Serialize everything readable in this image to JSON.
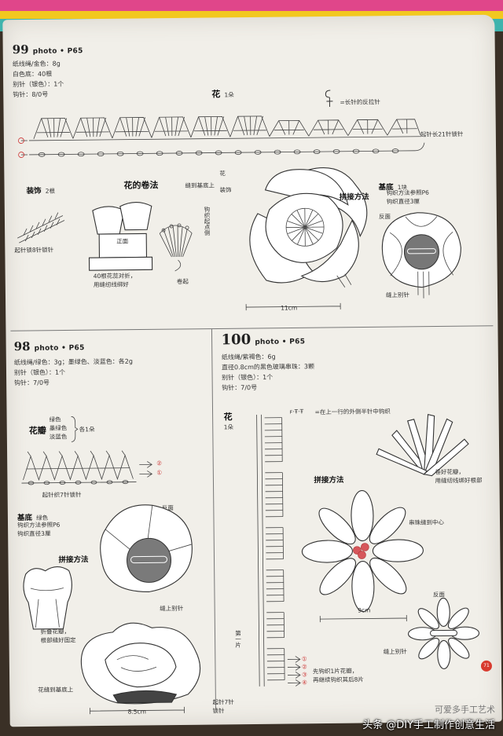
{
  "p99": {
    "number": "99",
    "photo": "photo • P65",
    "materials": [
      "纸线绳/金色：8g",
      "白色底：40根",
      "别针（银色）：1个",
      "钩针：8/0号"
    ],
    "flower_title": "花",
    "flower_count": "1朵",
    "stitch_note": "=长针的反拉针",
    "start_note": "起针长21针锁针",
    "decor_title": "装饰",
    "decor_count": "2根",
    "decor_note": "起针锁8针锁针",
    "rolling_title": "花的卷法",
    "front_label": "正面",
    "hook_label": "钩织起点侧",
    "fold_note_1": "40根花蕊对折，",
    "fold_note_2": "用缝纫线绑好",
    "roll_label": "卷起",
    "sew_base": "缝到基底上",
    "flower_label": "花",
    "decor_label": "装饰",
    "join_title": "拼接方法",
    "base_title": "基底",
    "base_count": "1块",
    "base_note_1": "钩织方法参照P6",
    "base_note_2": "钩织直径3厘",
    "back_label": "反面",
    "pin_label": "缝上别针",
    "dimension": "11cm"
  },
  "p98": {
    "number": "98",
    "photo": "photo • P65",
    "materials": [
      "纸线绳/绿色：3g；墨绿色、淡蓝色：各2g",
      "别针（银色）：1个",
      "钩针：7/0号"
    ],
    "petal_title": "花瓣",
    "colors": [
      "绿色",
      "墨绿色",
      "淡蓝色"
    ],
    "petal_count": "各1朵",
    "row2": "②",
    "row1": "①",
    "start_note": "起针织7针锁针",
    "base_title": "基底",
    "base_color": "绿色",
    "base_note_1": "钩织方法参照P6",
    "base_note_2": "钩织直径3厘",
    "back_label": "反面",
    "join_title": "拼接方法",
    "pin_label": "缝上别针",
    "fold_note_1": "折叠花瓣，",
    "fold_note_2": "根部缝好固定",
    "sew_base": "花缝到基底上",
    "dimension": "8.5cm"
  },
  "p100": {
    "number": "100",
    "photo": "photo • P65",
    "materials": [
      "纸线绳/紫褐色：6g",
      "直径0.8cm的黑色玻璃串珠：3颗",
      "别针（银色）：1个",
      "钩针：7/0号"
    ],
    "flower_title": "花",
    "flower_count": "1朵",
    "stitch_note": "=在上一行的外侧半针中钩织",
    "join_title": "拼接方法",
    "fold_note_1": "卷好花瓣，",
    "fold_note_2": "用缝纫线绑好根部",
    "bead_label": "串珠缝到中心",
    "back_label": "反面",
    "dimension": "9cm",
    "pin_label": "缝上别针",
    "row_note_1": "先钩织1片花瓣，",
    "row_note_2": "再继续钩织其后8片",
    "rows": [
      "①",
      "②",
      "③",
      "④"
    ],
    "start_note_1": "起针7针",
    "start_note_2": "锁针",
    "side_note": "第一片"
  },
  "page_number": "71",
  "watermark": "可爱多手工艺术",
  "footer": "头条 @DIY手工制作创意生活"
}
